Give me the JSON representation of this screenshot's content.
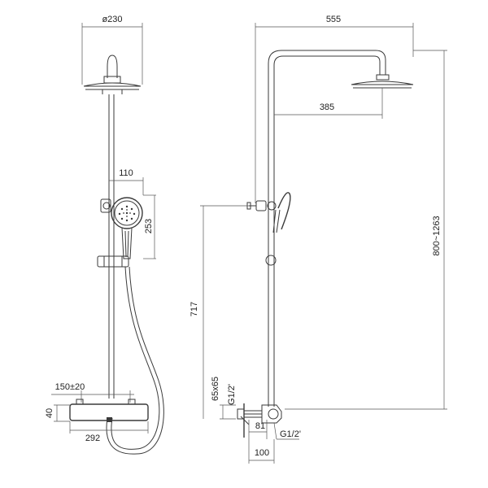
{
  "front_view": {
    "head_diameter": "ø230",
    "handshower_width": "110",
    "handshower_height": "253",
    "valve_centers": "150±20",
    "valve_height": "40",
    "valve_length": "292"
  },
  "side_view": {
    "overall_reach": "555",
    "arm_reach": "385",
    "height_range": "800~1263",
    "holder_height": "717",
    "flange_size": "65x65",
    "thread_left": "G1/2'",
    "thread_right": "G1/2'",
    "wall_offset": "81",
    "projection": "100"
  }
}
